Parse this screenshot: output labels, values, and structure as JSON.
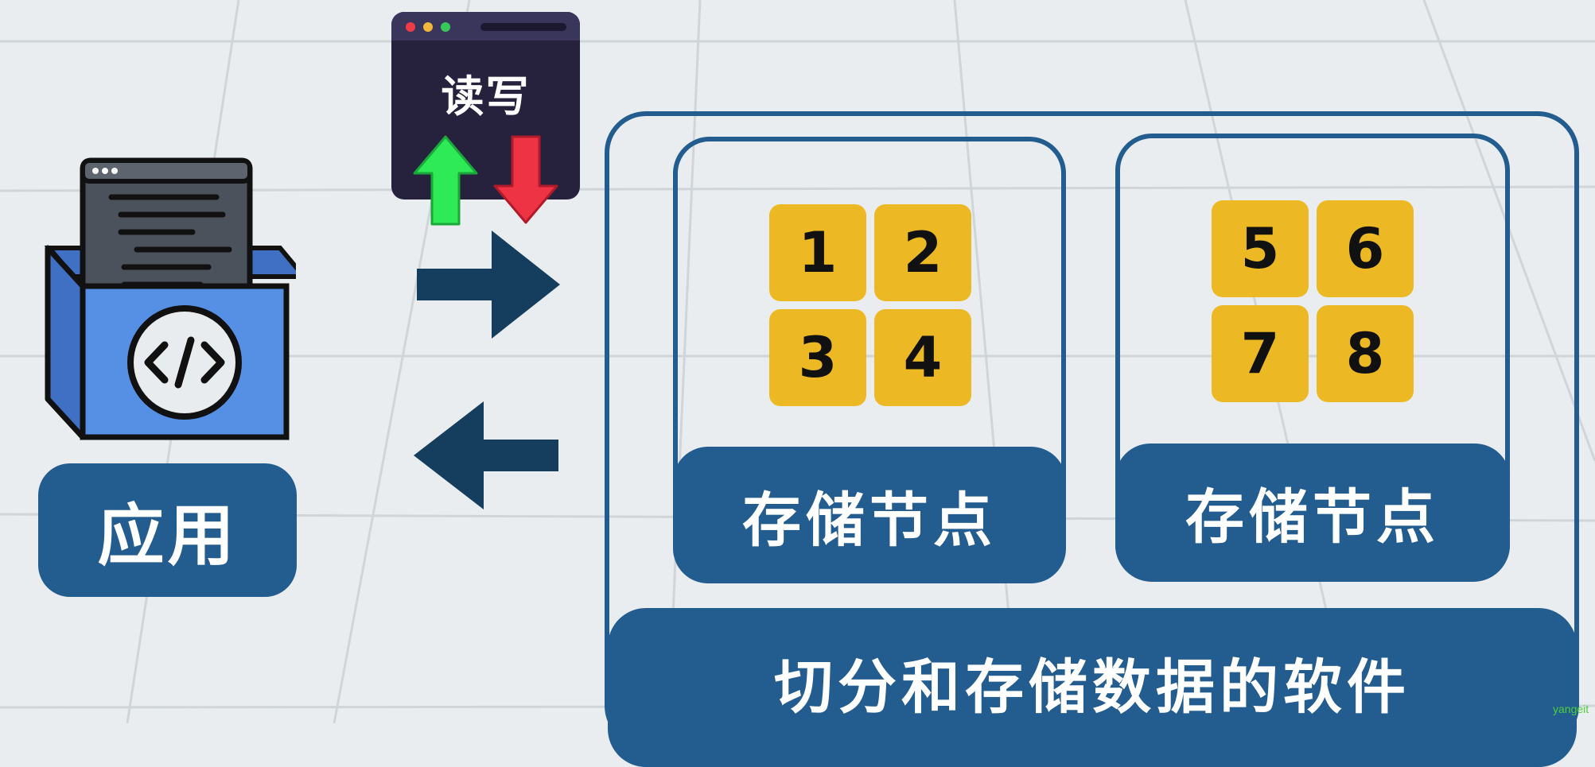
{
  "diagram": {
    "app": {
      "label": "应用",
      "icon": "code-window-box-icon"
    },
    "read_write": {
      "label": "读写",
      "up_arrow_color": "#2eea56",
      "down_arrow_color": "#ee3345"
    },
    "arrows": {
      "request": "right-arrow-icon",
      "response": "left-arrow-icon",
      "color": "#143d5e"
    },
    "software": {
      "label": "切分和存储数据的软件"
    },
    "storage_nodes": [
      {
        "label": "存储节点",
        "tiles": [
          "1",
          "2",
          "3",
          "4"
        ]
      },
      {
        "label": "存储节点",
        "tiles": [
          "5",
          "6",
          "7",
          "8"
        ]
      }
    ],
    "colors": {
      "primary_blue": "#235c8f",
      "tile_yellow": "#ecb924",
      "background": "#e9edef"
    }
  },
  "watermark": "yangeit"
}
